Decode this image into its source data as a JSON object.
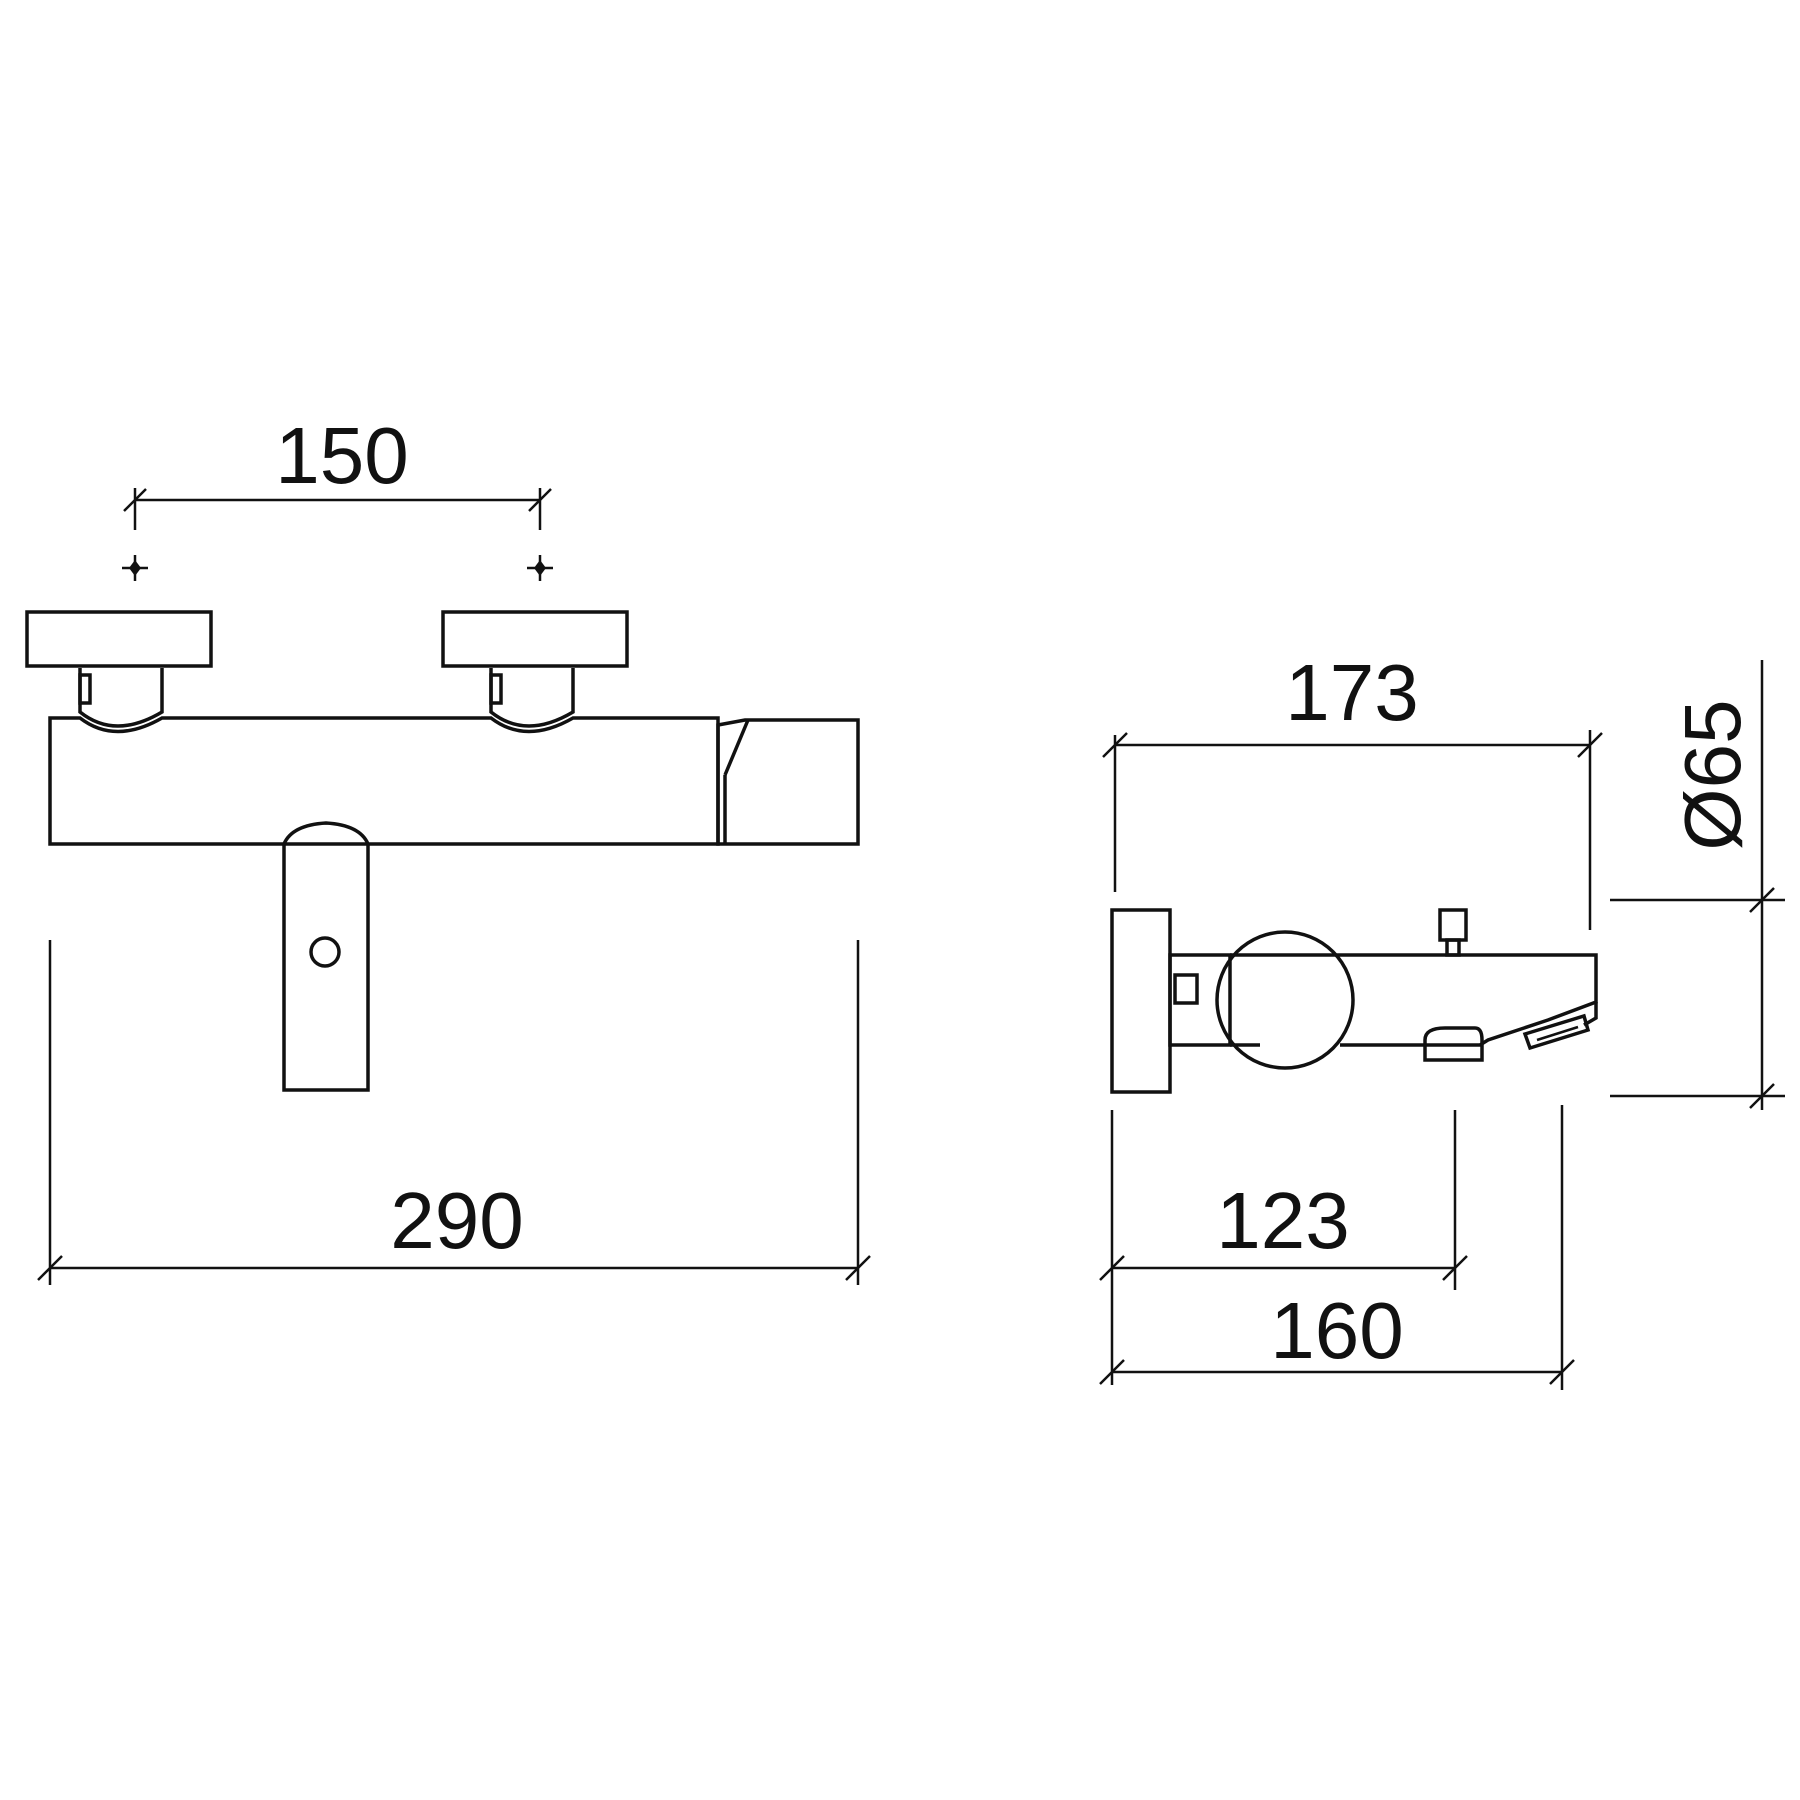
{
  "front_view": {
    "dimensions": {
      "handle_spacing": "150",
      "overall_width": "290"
    }
  },
  "side_view": {
    "dimensions": {
      "depth_top": "173",
      "diameter": "Ø65",
      "depth_mid": "123",
      "depth_bottom": "160"
    }
  },
  "colors": {
    "line": "#111111",
    "background": "#ffffff"
  }
}
